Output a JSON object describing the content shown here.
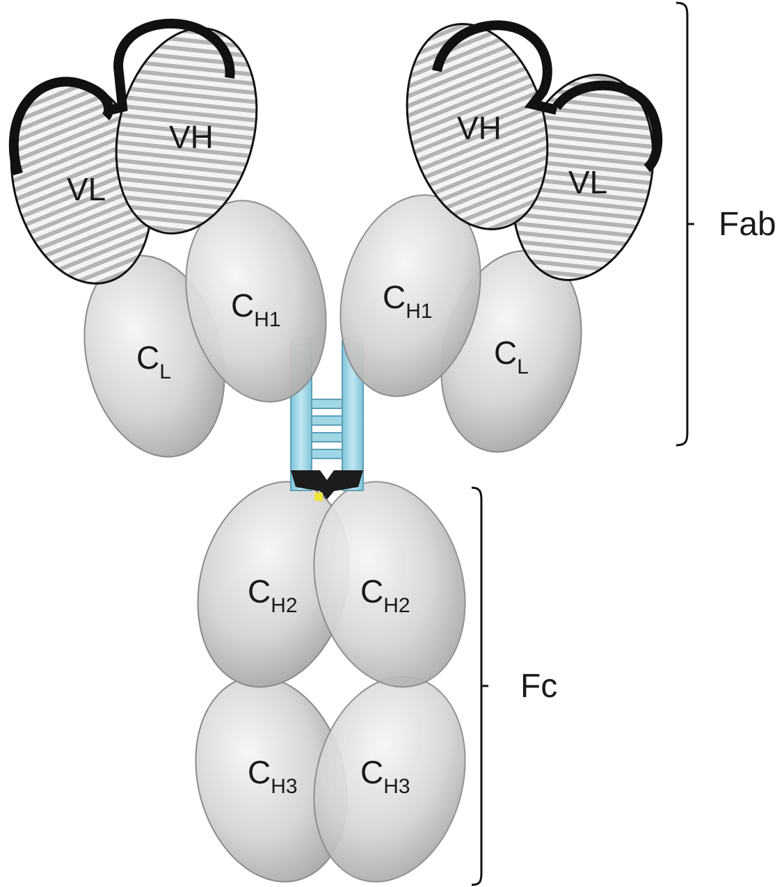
{
  "fab_arm_left": {
    "vl": "VL",
    "vh": "VH",
    "ch1": {
      "main": "C",
      "sub": "H1"
    },
    "cl": {
      "main": "C",
      "sub": "L"
    }
  },
  "fab_arm_right": {
    "vh": "VH",
    "vl": "VL",
    "ch1": {
      "main": "C",
      "sub": "H1"
    },
    "cl": {
      "main": "C",
      "sub": "L"
    }
  },
  "fc": {
    "ch2_left": {
      "main": "C",
      "sub": "H2"
    },
    "ch2_right": {
      "main": "C",
      "sub": "H2"
    },
    "ch3_left": {
      "main": "C",
      "sub": "H3"
    },
    "ch3_right": {
      "main": "C",
      "sub": "H3"
    }
  },
  "regions": {
    "fab": "Fab",
    "fc": "Fc"
  },
  "colors": {
    "constant_domain": "#d8d8d8",
    "variable_stripe": "#b0b0b0",
    "cdr_loop": "#111111",
    "hinge": "#9fd6e6",
    "hinge_outline": "#5f9fb5",
    "glycan_marker": "#f2e33a"
  }
}
